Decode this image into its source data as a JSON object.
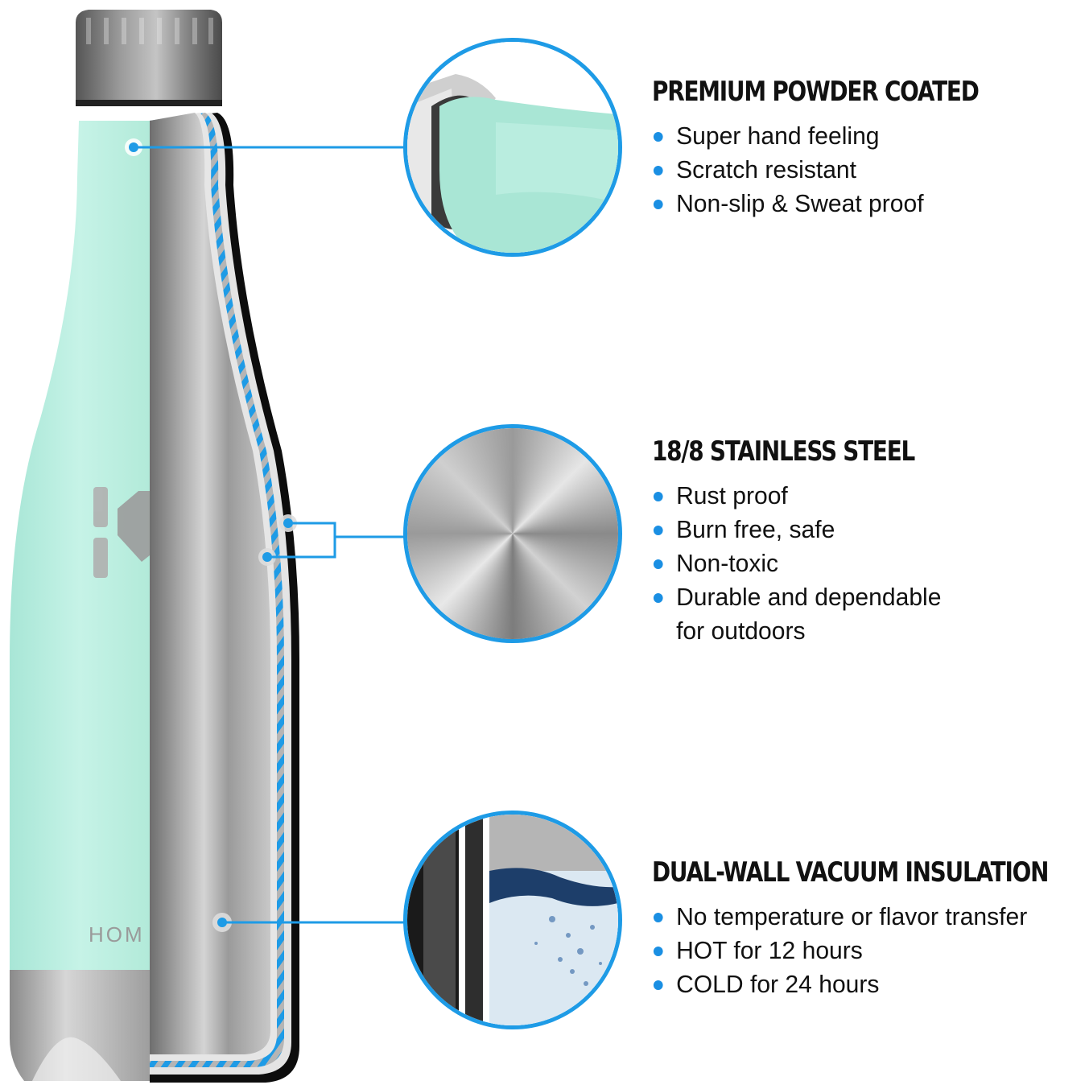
{
  "colors": {
    "accent_blue": "#1e9be6",
    "bullet_blue": "#1a8fe3",
    "powder_mint": "#b8ebdd",
    "steel": "#a9a9a9",
    "heading": "#111111"
  },
  "bottle": {
    "brand_text": "HOM",
    "logo_icon": "h-logo-icon"
  },
  "features": [
    {
      "title": "PREMIUM POWDER COATED",
      "bullets": [
        "Super hand feeling",
        "Scratch resistant",
        "Non-slip & Sweat proof"
      ],
      "image": "powder-coated-closeup"
    },
    {
      "title": "18/8 STAINLESS STEEL",
      "bullets": [
        "Rust proof",
        "Burn free, safe",
        "Non-toxic",
        "Durable and dependable"
      ],
      "bullet_continuation": "for outdoors",
      "image": "brushed-steel-closeup"
    },
    {
      "title": "DUAL-WALL VACUUM INSULATION",
      "bullets": [
        "No temperature or flavor transfer",
        "HOT for 12 hours",
        "COLD for 24 hours"
      ],
      "image": "vacuum-wall-water-closeup"
    }
  ]
}
